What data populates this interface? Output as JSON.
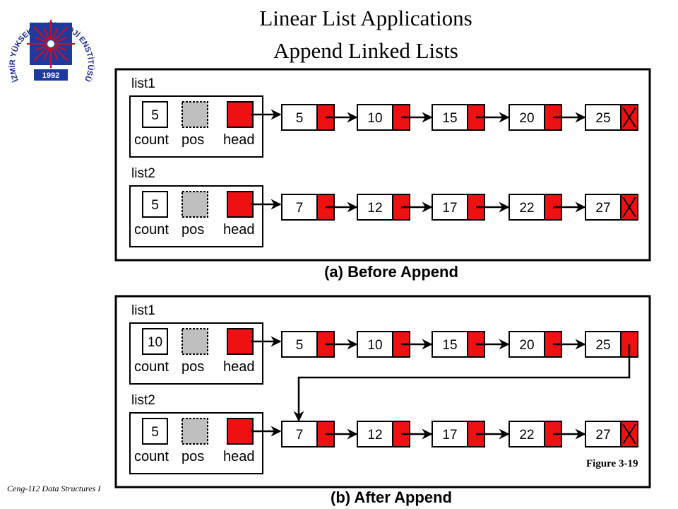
{
  "header": {
    "title_line1": "Linear List Applications",
    "title_line2": "Append Linked Lists"
  },
  "logo": {
    "text": "İZMİR YÜKSEK TEKNOLOJİ ENSTİTÜSÜ",
    "year": "1992",
    "colors": {
      "ring": "#1a2a8c",
      "square": "#1e3a9c",
      "rays": "#c8102e"
    }
  },
  "colors": {
    "node_link": "#ee1111",
    "pos_cell": "#bfbfbf",
    "frame": "#000000"
  },
  "labels": {
    "count": "count",
    "pos": "pos",
    "head": "head",
    "null_mark": "X"
  },
  "panels": [
    {
      "caption": "(a) Before Append",
      "lists": [
        {
          "name": "list1",
          "count": "5",
          "nodes": [
            "5",
            "10",
            "15",
            "20",
            "25"
          ],
          "tail_null": true
        },
        {
          "name": "list2",
          "count": "5",
          "nodes": [
            "7",
            "12",
            "17",
            "22",
            "27"
          ],
          "tail_null": true
        }
      ],
      "append_link": false
    },
    {
      "caption": "(b) After Append",
      "lists": [
        {
          "name": "list1",
          "count": "10",
          "nodes": [
            "5",
            "10",
            "15",
            "20",
            "25"
          ],
          "tail_null": false
        },
        {
          "name": "list2",
          "count": "5",
          "nodes": [
            "7",
            "12",
            "17",
            "22",
            "27"
          ],
          "tail_null": true
        }
      ],
      "append_link": true
    }
  ],
  "footer": {
    "course": "Ceng-112 Data Structures I",
    "figure": "Figure 3-19"
  }
}
